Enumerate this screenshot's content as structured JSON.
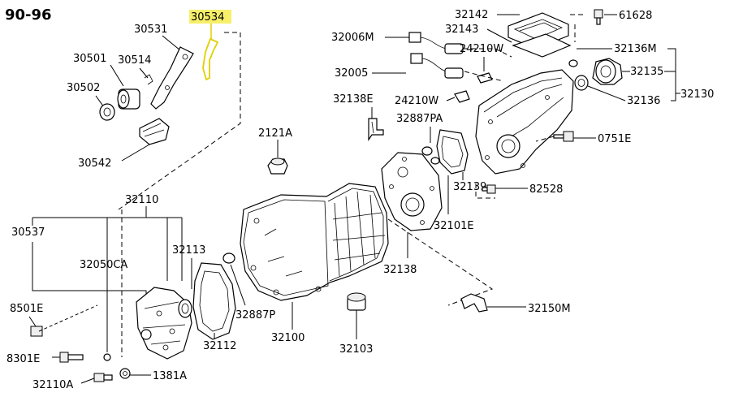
{
  "title": "90-96",
  "highlight_color": "#f7ef6a",
  "highlight_stroke": "#e0d000",
  "callouts": {
    "p30534": "30534",
    "p30531": "30531",
    "p30501": "30501",
    "p30514": "30514",
    "p30502": "30502",
    "p30542": "30542",
    "p32142": "32142",
    "p61628": "61628",
    "p32143": "32143",
    "p32006M": "32006M",
    "p24210W_a": "24210W",
    "p32136M": "32136M",
    "p32005": "32005",
    "p32135": "32135",
    "p32130": "32130",
    "p32136": "32136",
    "p32138E": "32138E",
    "p24210W_b": "24210W",
    "p32887PA": "32887PA",
    "p2121A": "2121A",
    "p0751E": "0751E",
    "p82528": "82528",
    "p32139": "32139",
    "p32101E": "32101E",
    "p32110": "32110",
    "p30537": "30537",
    "p32050CA": "32050CA",
    "p32113": "32113",
    "p32138": "32138",
    "p8501E": "8501E",
    "p32887P": "32887P",
    "p32150M": "32150M",
    "p32112": "32112",
    "p32100": "32100",
    "p32103": "32103",
    "p8301E": "8301E",
    "p1381A": "1381A",
    "p32110A": "32110A"
  }
}
